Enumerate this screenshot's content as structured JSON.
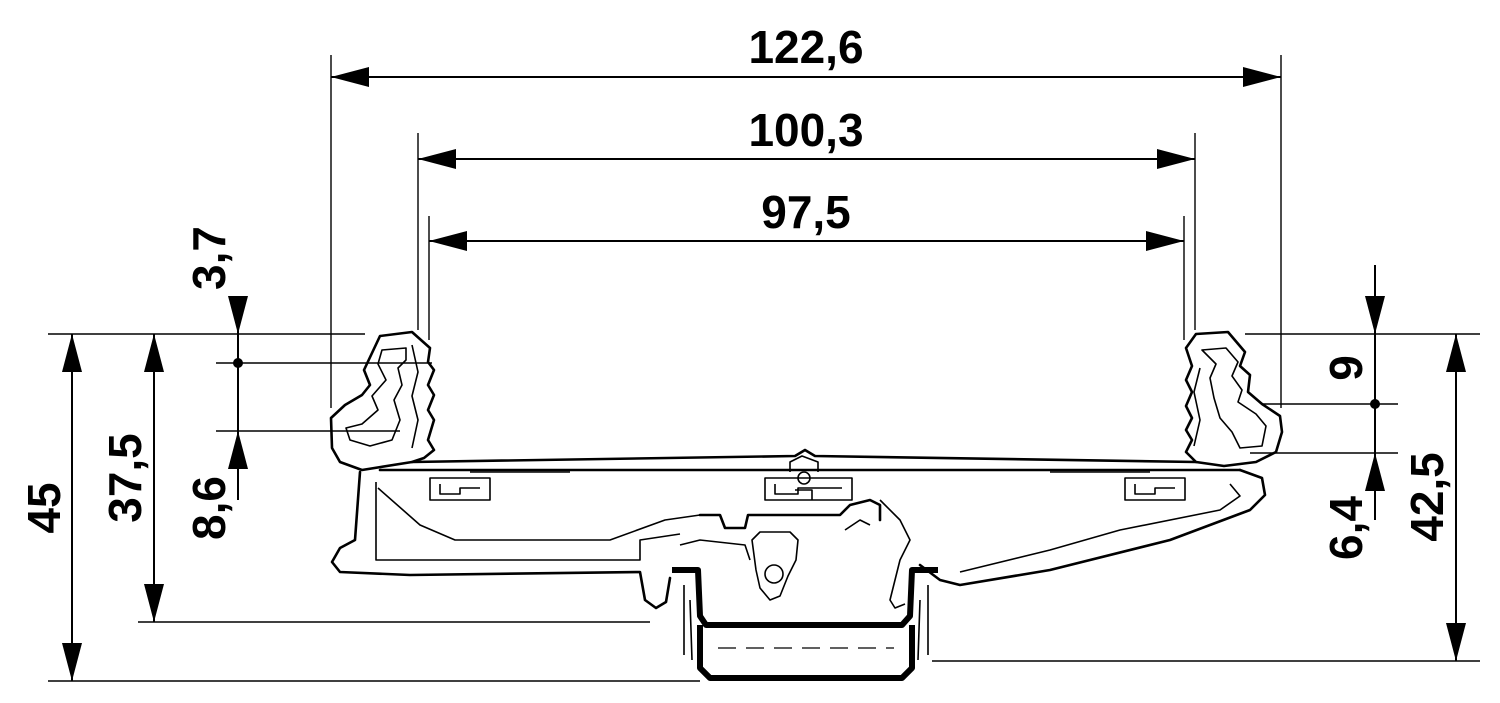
{
  "dimensions": {
    "width_overall": "122,6",
    "width_inner_top": "100,3",
    "width_inner": "97,5",
    "height_total": "45",
    "height_37": "37,5",
    "offset_top_left": "3,7",
    "offset_left_lower": "8,6",
    "height_right": "42,5",
    "offset_right_top": "9",
    "offset_right_lower": "6,4"
  }
}
